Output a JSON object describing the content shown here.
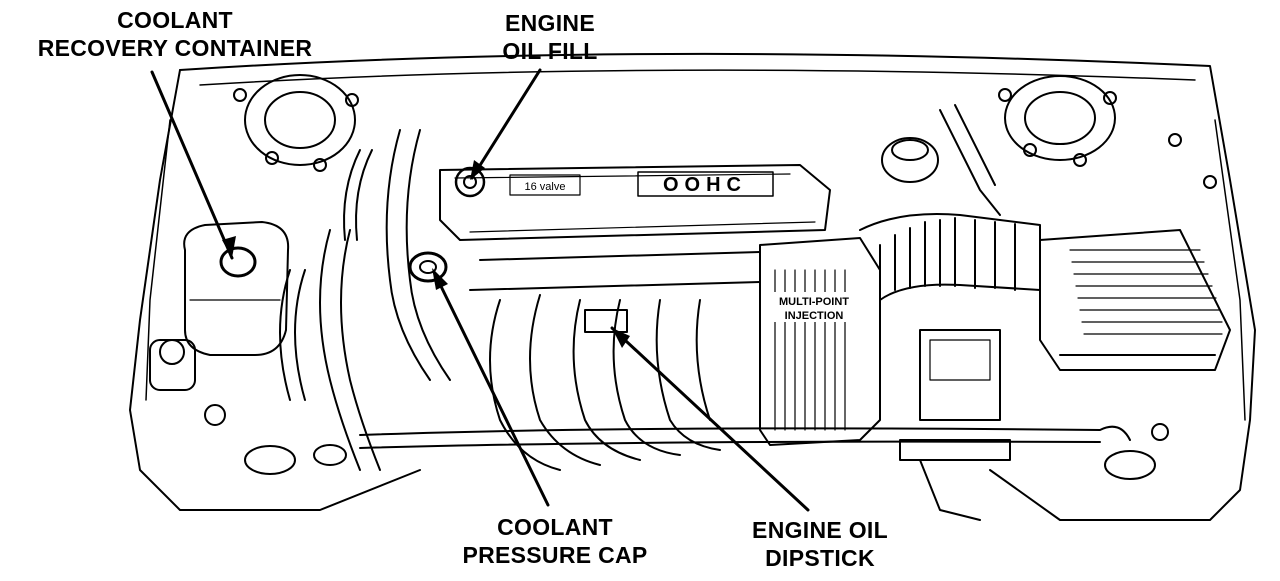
{
  "callouts": {
    "coolant_recovery": {
      "line1": "COOLANT",
      "line2": "RECOVERY CONTAINER"
    },
    "engine_oil_fill": {
      "line1": "ENGINE",
      "line2": "OIL FILL"
    },
    "coolant_pressure_cap": {
      "line1": "COOLANT",
      "line2": "PRESSURE CAP"
    },
    "engine_oil_dipstick": {
      "line1": "ENGINE OIL",
      "line2": "DIPSTICK"
    }
  },
  "engine_labels": {
    "valve_cover_brand": "OOHC",
    "valve_cover_small": "16 valve",
    "intake_line1": "MULTI-POINT",
    "intake_line2": "INJECTION"
  },
  "colors": {
    "ink": "#000000",
    "paper": "#ffffff"
  }
}
